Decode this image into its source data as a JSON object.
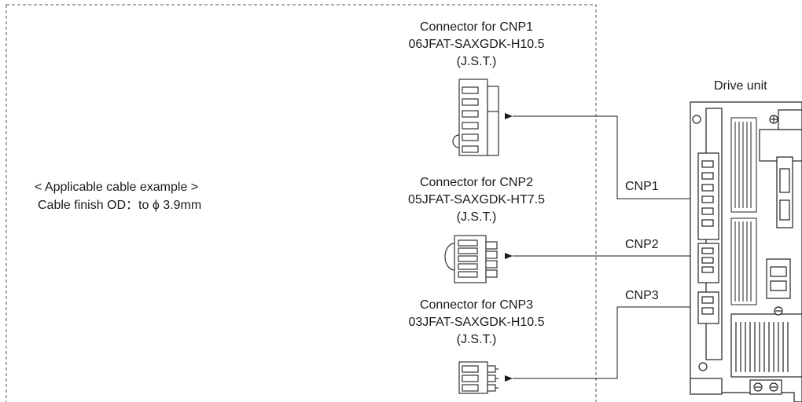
{
  "cable_example": {
    "heading": "< Applicable cable example >",
    "finish_od": "Cable finish OD：to ϕ 3.9mm"
  },
  "drive_unit": {
    "label": "Drive unit"
  },
  "connectors": [
    {
      "title": "Connector for CNP1",
      "part": "06JFAT-SAXGDK-H10.5",
      "maker": "(J.S.T.)",
      "port": "CNP1"
    },
    {
      "title": "Connector for CNP2",
      "part": "05JFAT-SAXGDK-HT7.5",
      "maker": "(J.S.T.)",
      "port": "CNP2"
    },
    {
      "title": "Connector for CNP3",
      "part": "03JFAT-SAXGDK-H10.5",
      "maker": "(J.S.T.)",
      "port": "CNP3"
    }
  ]
}
